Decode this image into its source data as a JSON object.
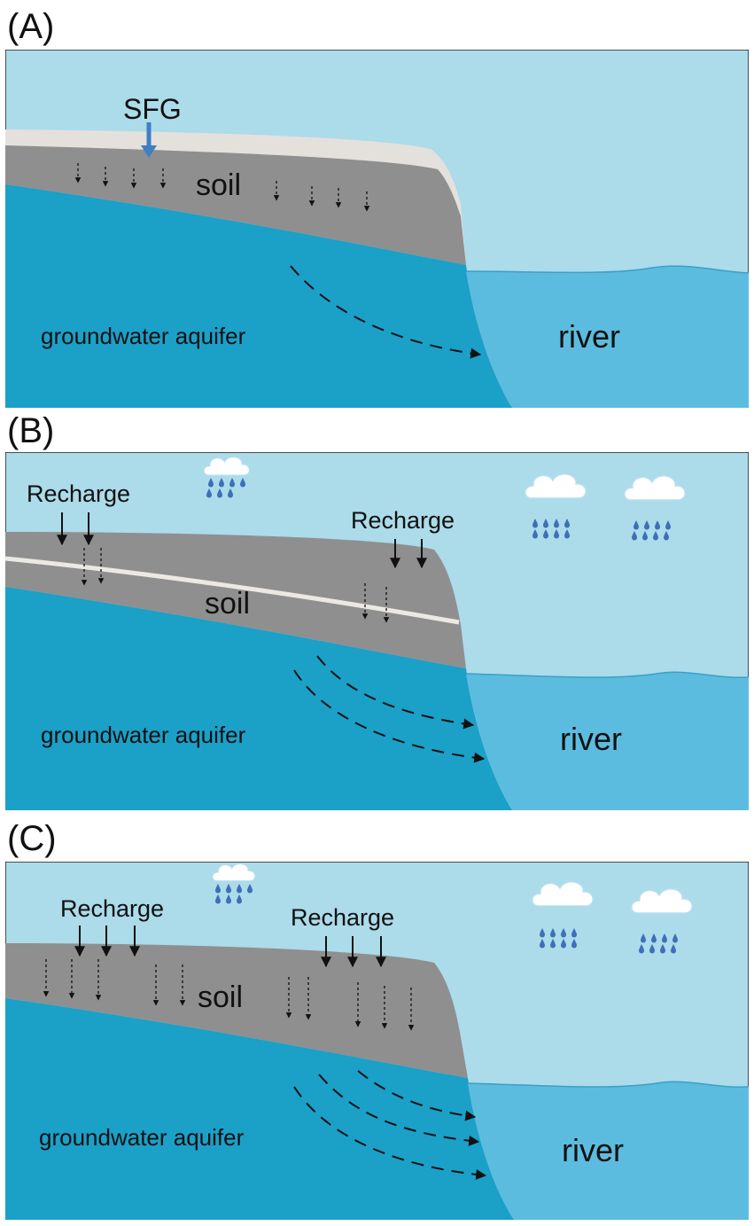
{
  "colors": {
    "sky": "#acdbea",
    "soil": "#8f8f8f",
    "frozen_layer": "#e4e1dc",
    "aquifer": "#1ba0c8",
    "river": "#5cbcdf",
    "rain": "#3f6fb8",
    "sfg_arrow": "#3f7fc4"
  },
  "panels": [
    {
      "label": "(A)",
      "soil_text": "soil",
      "aquifer_text": "groundwater aquifer",
      "river_text": "river",
      "sfg_text": "SFG"
    },
    {
      "label": "(B)",
      "soil_text": "soil",
      "aquifer_text": "groundwater aquifer",
      "river_text": "river",
      "recharge_left": "Recharge",
      "recharge_right": "Recharge"
    },
    {
      "label": "(C)",
      "soil_text": "soil",
      "aquifer_text": "groundwater aquifer",
      "river_text": "river",
      "recharge_left": "Recharge",
      "recharge_right": "Recharge"
    }
  ]
}
